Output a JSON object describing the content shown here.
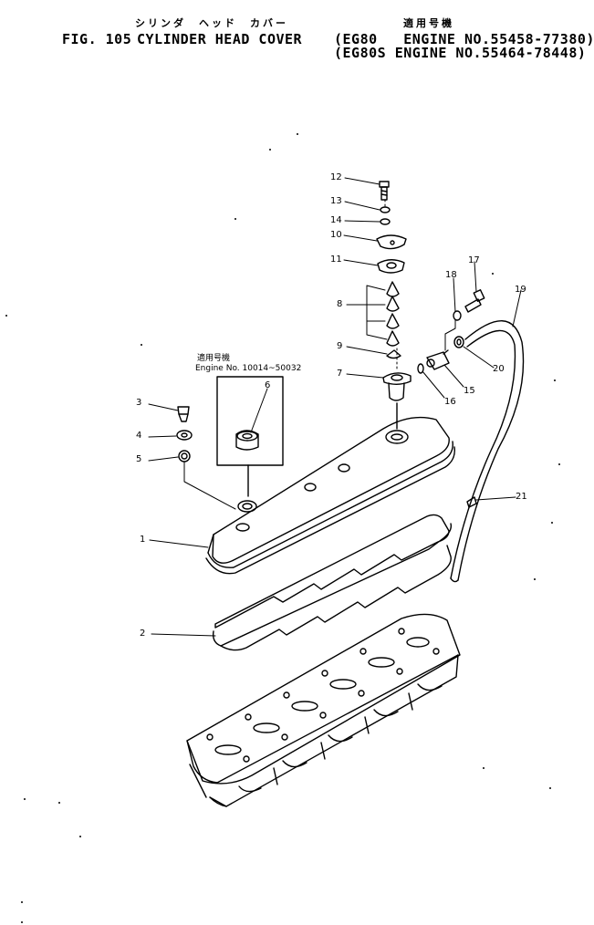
{
  "header": {
    "jp_title": "シリンダ　ヘッド　カバー",
    "jp_applicable": "適用号機",
    "fig_label": "FIG. 105",
    "title": "CYLINDER HEAD COVER",
    "line1": "(EG80   ENGINE NO.55458-77380)",
    "line2": "(EG80S ENGINE NO.55464-78448)"
  },
  "inset": {
    "jp_label": "適用号機",
    "engine_range": "Engine No. 10014~50032"
  },
  "callouts": {
    "c1": "1",
    "c2": "2",
    "c3": "3",
    "c4": "4",
    "c5": "5",
    "c6": "6",
    "c7": "7",
    "c8": "8",
    "c9": "9",
    "c10": "10",
    "c11": "11",
    "c12": "12",
    "c13": "13",
    "c14": "14",
    "c15": "15",
    "c16": "16",
    "c17": "17",
    "c18": "18",
    "c19": "19",
    "c20": "20",
    "c21": "21"
  }
}
